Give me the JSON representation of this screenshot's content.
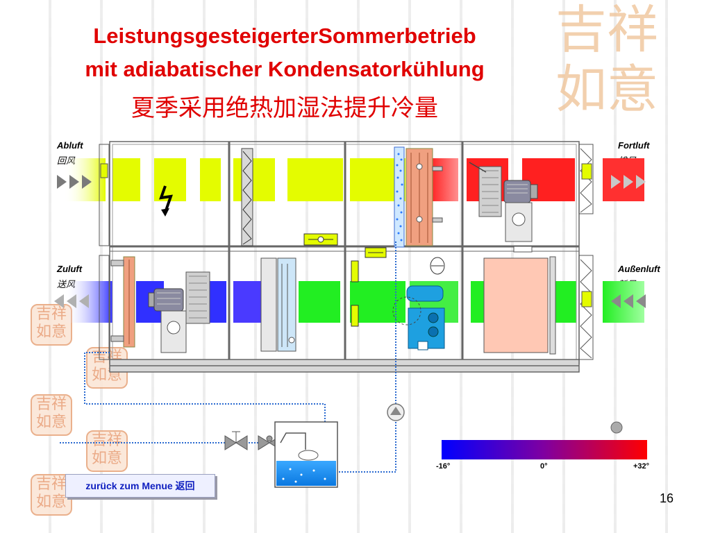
{
  "title": {
    "line1": "LeistungsgesteigerterSommerbetrieb",
    "line2": "mit adiabatischer Kondensatorkühlung",
    "line3": "夏季采用绝热加湿法提升冷量"
  },
  "labels": {
    "abluft": "Abluft",
    "abluft_cn": "回风",
    "fortluft": "Fortluft",
    "fortluft_cn": "排风",
    "zuluft": "Zuluft",
    "zuluft_cn": "送风",
    "aussenluft": "Außenluft",
    "aussenluft_cn": "新风"
  },
  "decorative_logo_text": "吉祥如意",
  "scale": {
    "min_label": "-16°",
    "mid_label": "0°",
    "max_label": "+32°",
    "colors": [
      "#0000ff",
      "#8000a0",
      "#ff0000"
    ]
  },
  "menu_button": {
    "label": "zurück zum Menue 返回"
  },
  "page_number": "16",
  "colors": {
    "title": "#e00000",
    "exhaust_yellow": "#e4fc00",
    "exhaust_red": "#ff2020",
    "supply_blue": "#2020ff",
    "supply_green": "#22ee22",
    "water": "#1e90ff",
    "equipment_blue": "#1ea0e0",
    "panel_salmon": "#ffc8b4"
  }
}
